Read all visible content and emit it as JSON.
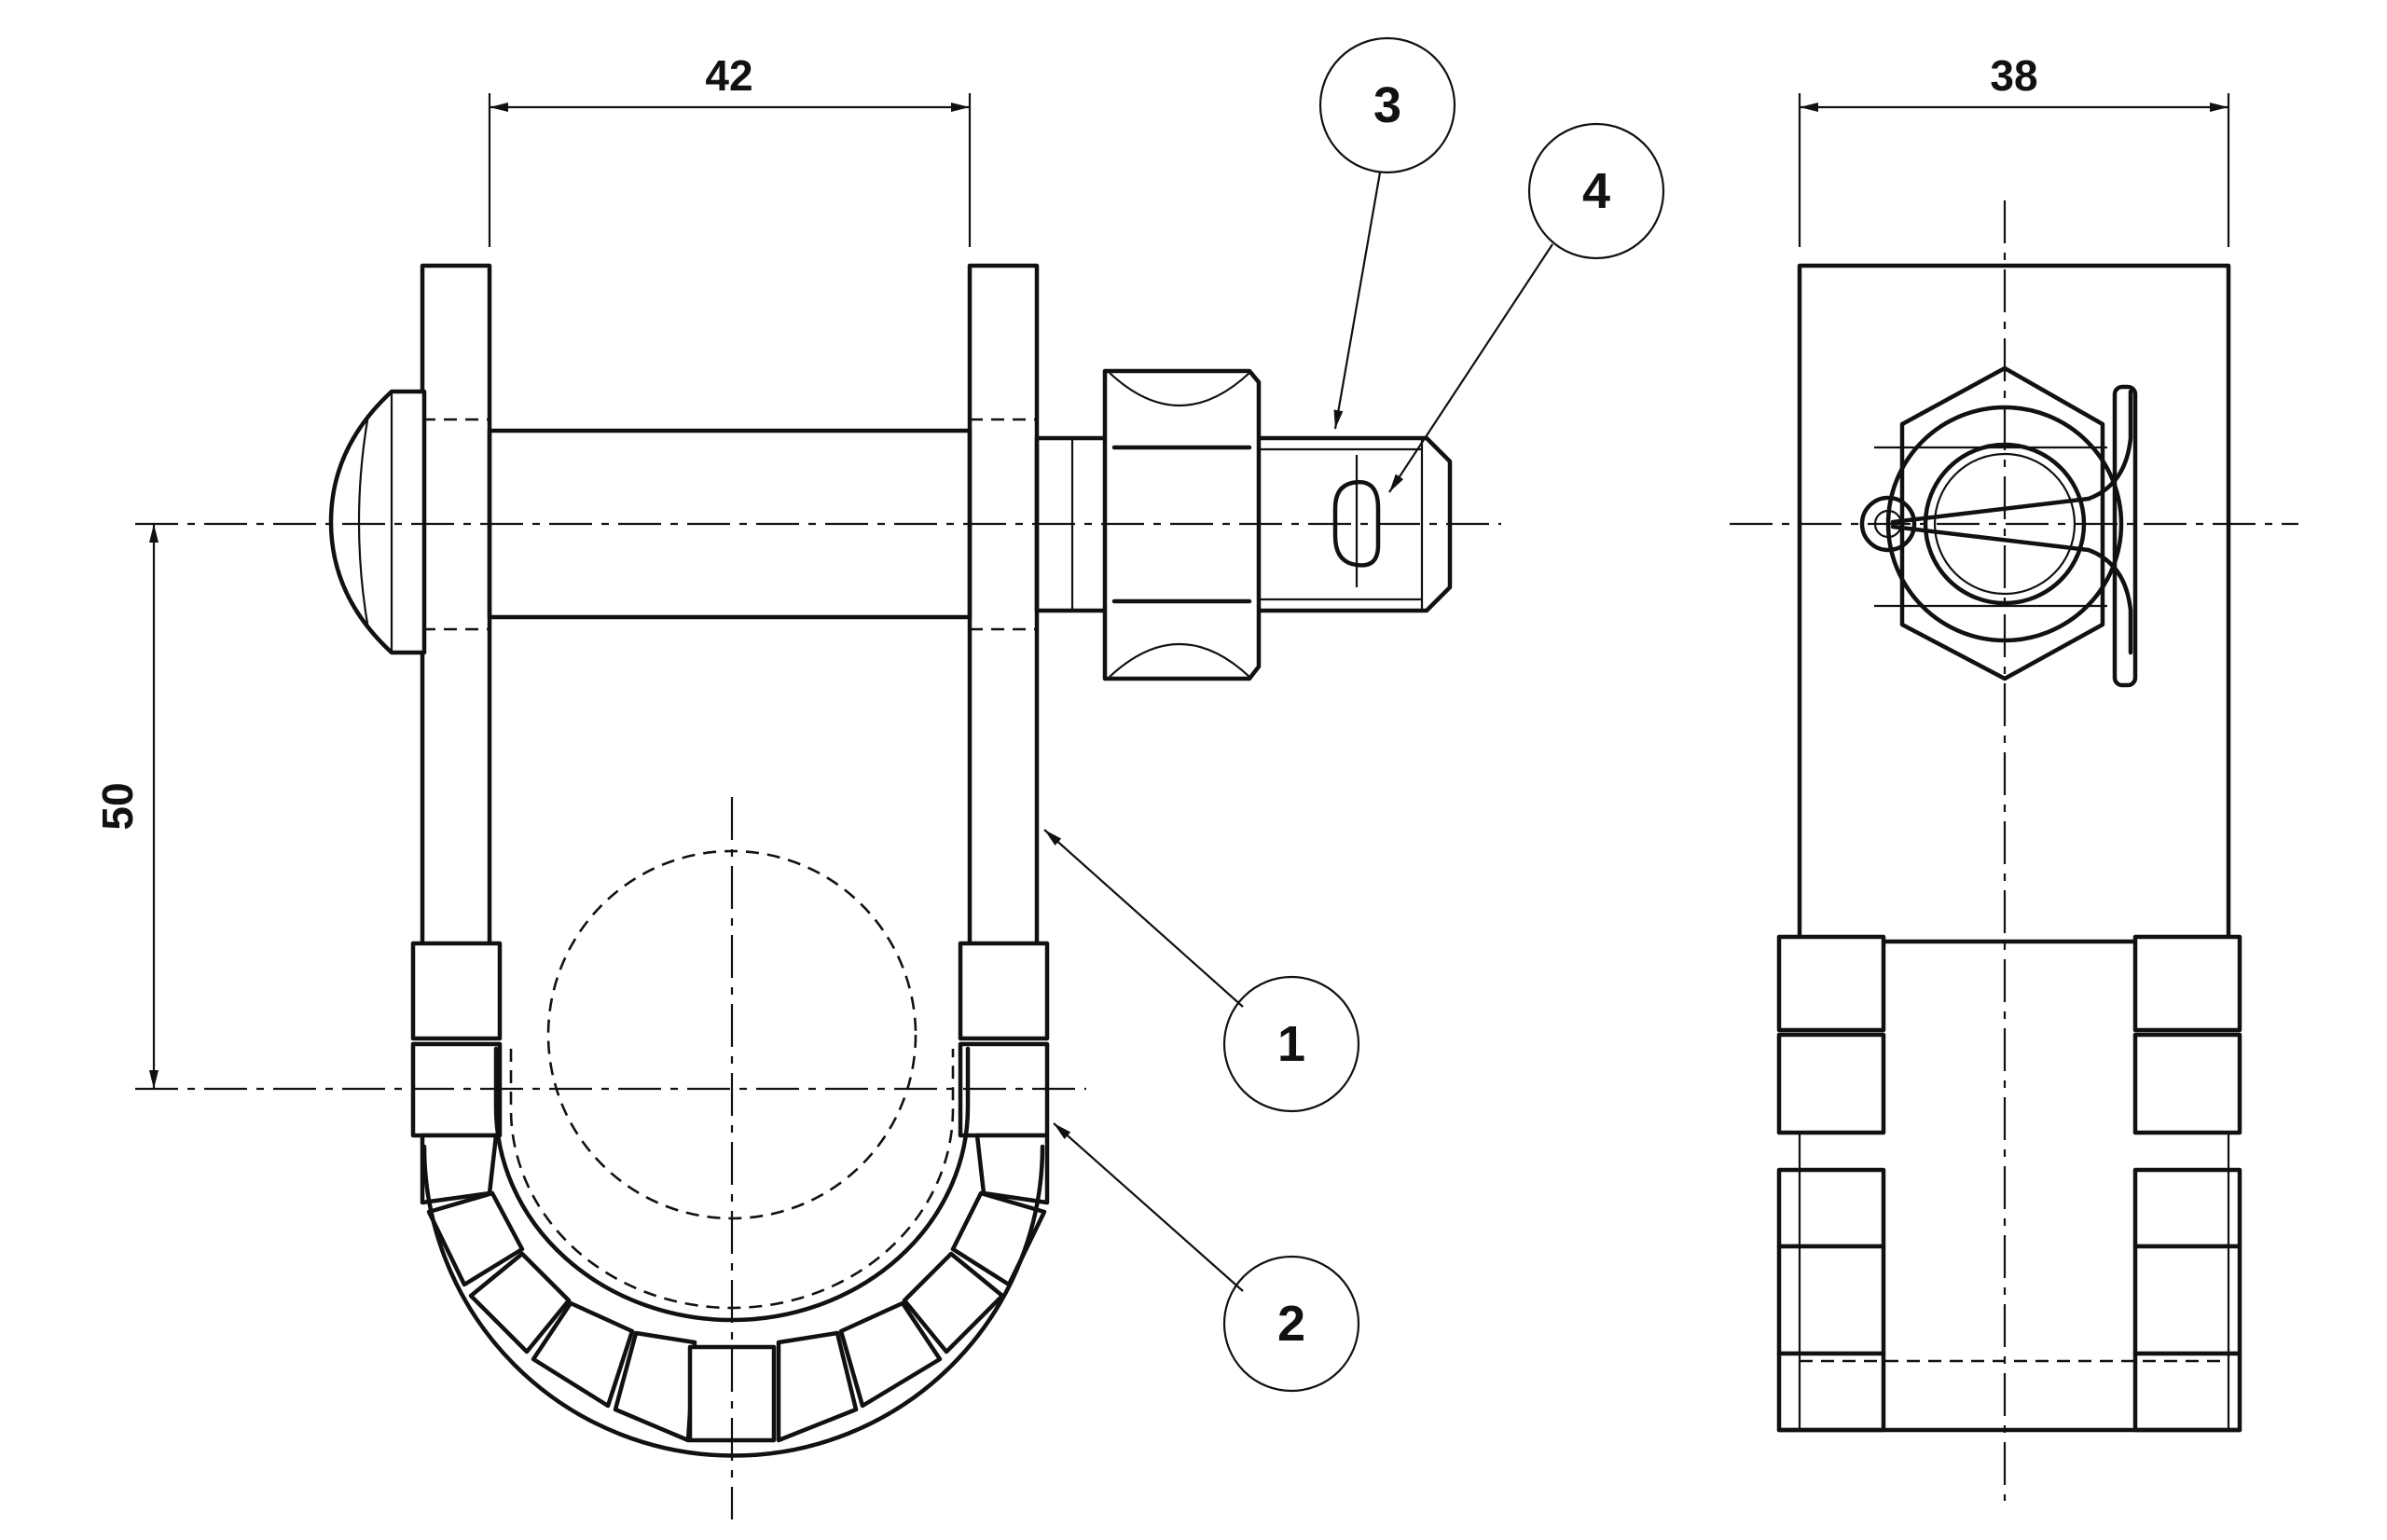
{
  "dimensions": {
    "clamp_inner_width": "42",
    "center_distance": "50",
    "side_view_width": "38"
  },
  "balloons": [
    {
      "number": "1"
    },
    {
      "number": "2"
    },
    {
      "number": "3"
    },
    {
      "number": "4"
    }
  ]
}
